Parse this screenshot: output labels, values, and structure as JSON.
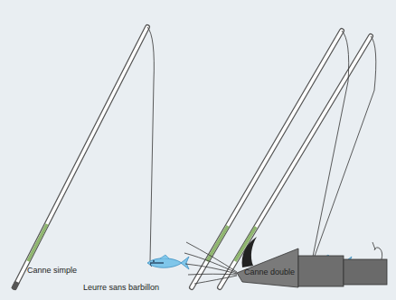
{
  "diagram": {
    "labels": [
      "Canne simple",
      "Canne double",
      "Leurre sans barbillon"
    ]
  }
}
